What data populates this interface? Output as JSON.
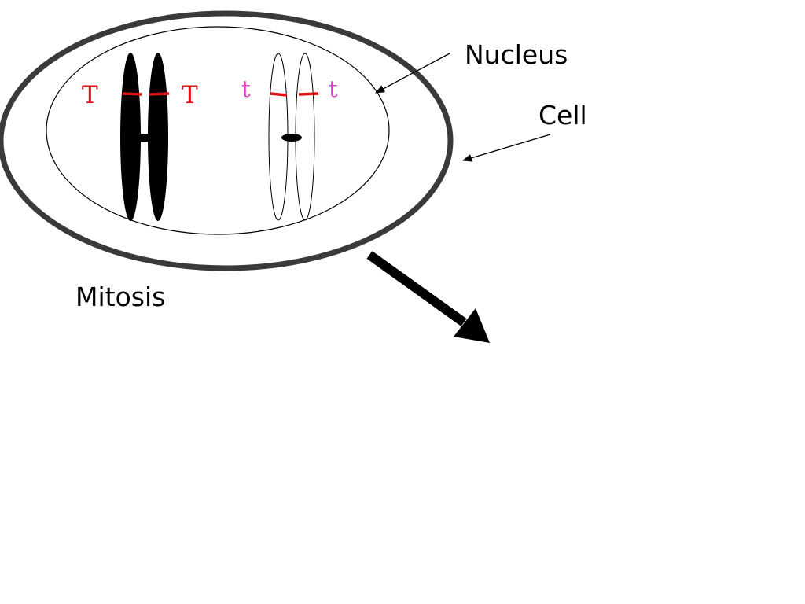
{
  "labels": {
    "nucleus": "Nucleus",
    "cell": "Cell",
    "process": "Mitosis"
  },
  "alleles": {
    "dominant_left": "T",
    "dominant_right": "T",
    "recessive_left": "t",
    "recessive_right": "t"
  },
  "colors": {
    "cell_membrane": "#3a3a3a",
    "nucleus_outline": "#000000",
    "dominant_allele": "#e01010",
    "recessive_allele": "#e040c8",
    "gene_band": "#e01010",
    "chromatid_filled": "#000000",
    "arrow": "#000000"
  },
  "icons": {
    "process_arrow": "arrow-down-right-icon",
    "pointer_arrow": "thin-pointer-arrow-icon"
  }
}
